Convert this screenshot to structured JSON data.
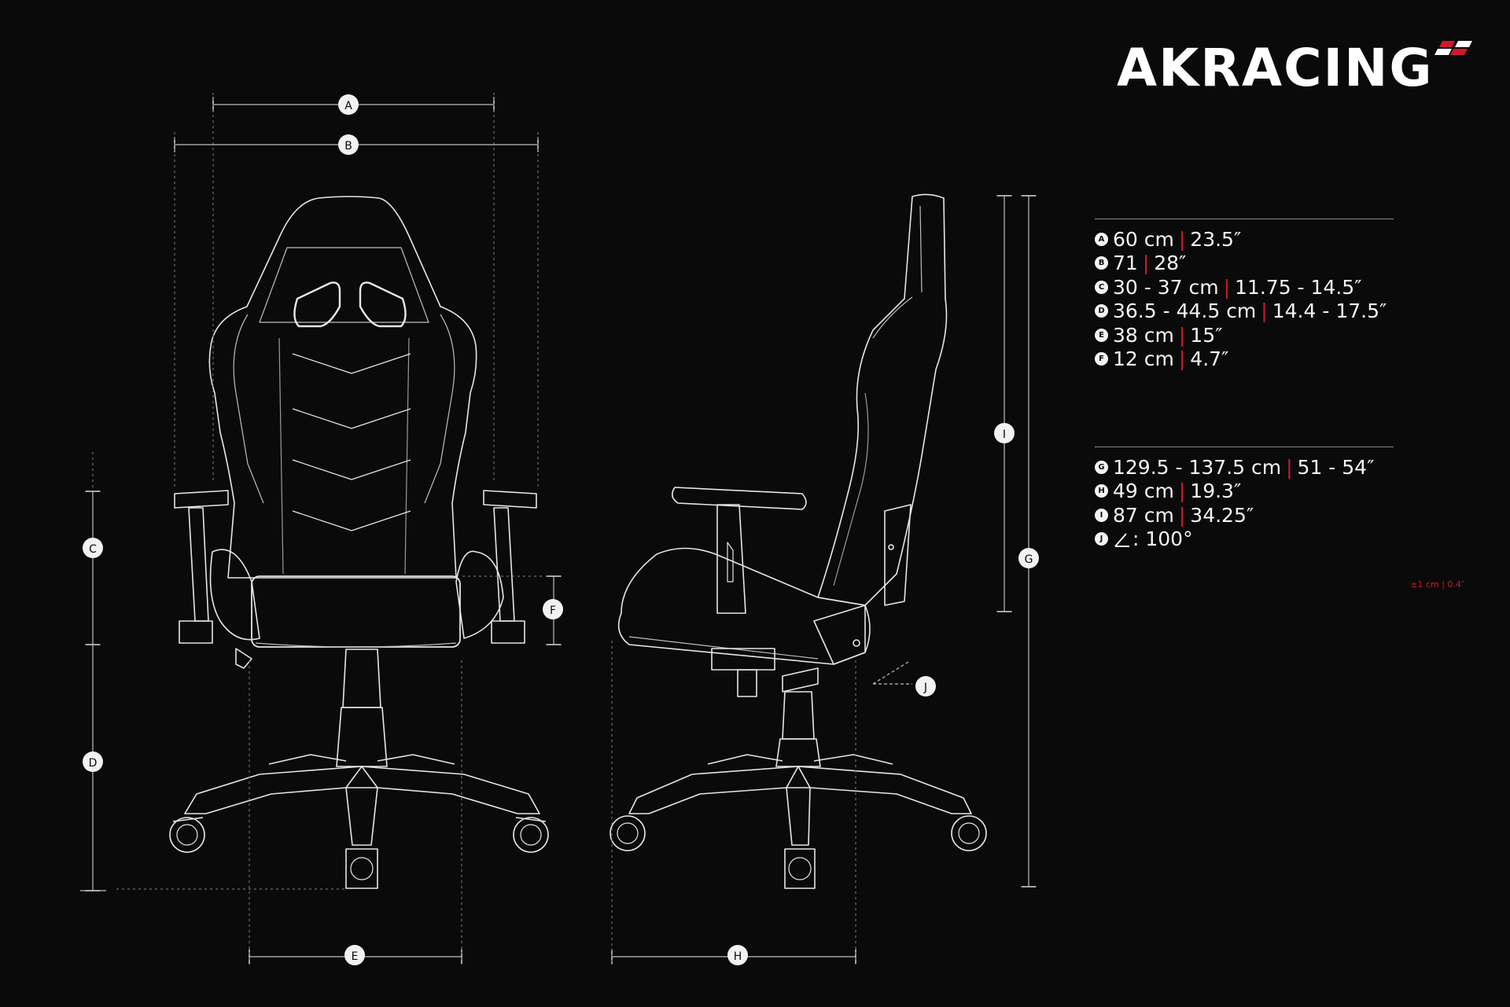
{
  "brand": {
    "name": "AKRACING",
    "accent_color": "#d0192b",
    "logo_icon": "checkered-flag-icon"
  },
  "dimension_markers": {
    "A": "A",
    "B": "B",
    "C": "C",
    "D": "D",
    "E": "E",
    "F": "F",
    "G": "G",
    "H": "H",
    "I": "I",
    "J": "J"
  },
  "specs_group_1": [
    {
      "letter": "A",
      "metric": "60 cm",
      "imperial": "23.5″"
    },
    {
      "letter": "B",
      "metric": "71",
      "imperial": "28″"
    },
    {
      "letter": "C",
      "metric": "30 - 37 cm",
      "imperial": "11.75 - 14.5″"
    },
    {
      "letter": "D",
      "metric": "36.5 - 44.5 cm",
      "imperial": "14.4 - 17.5″"
    },
    {
      "letter": "E",
      "metric": "38 cm",
      "imperial": "15″"
    },
    {
      "letter": "F",
      "metric": "12 cm",
      "imperial": "4.7″"
    }
  ],
  "specs_group_2": [
    {
      "letter": "G",
      "metric": "129.5 - 137.5 cm",
      "imperial": "51 - 54″"
    },
    {
      "letter": "H",
      "metric": "49 cm",
      "imperial": "19.3″"
    },
    {
      "letter": "I",
      "metric": "87 cm",
      "imperial": "34.25″"
    }
  ],
  "angle_spec": {
    "letter": "J",
    "symbol": "angle-icon",
    "value": ": 100°"
  },
  "tolerance": "±1 cm | 0.4″"
}
